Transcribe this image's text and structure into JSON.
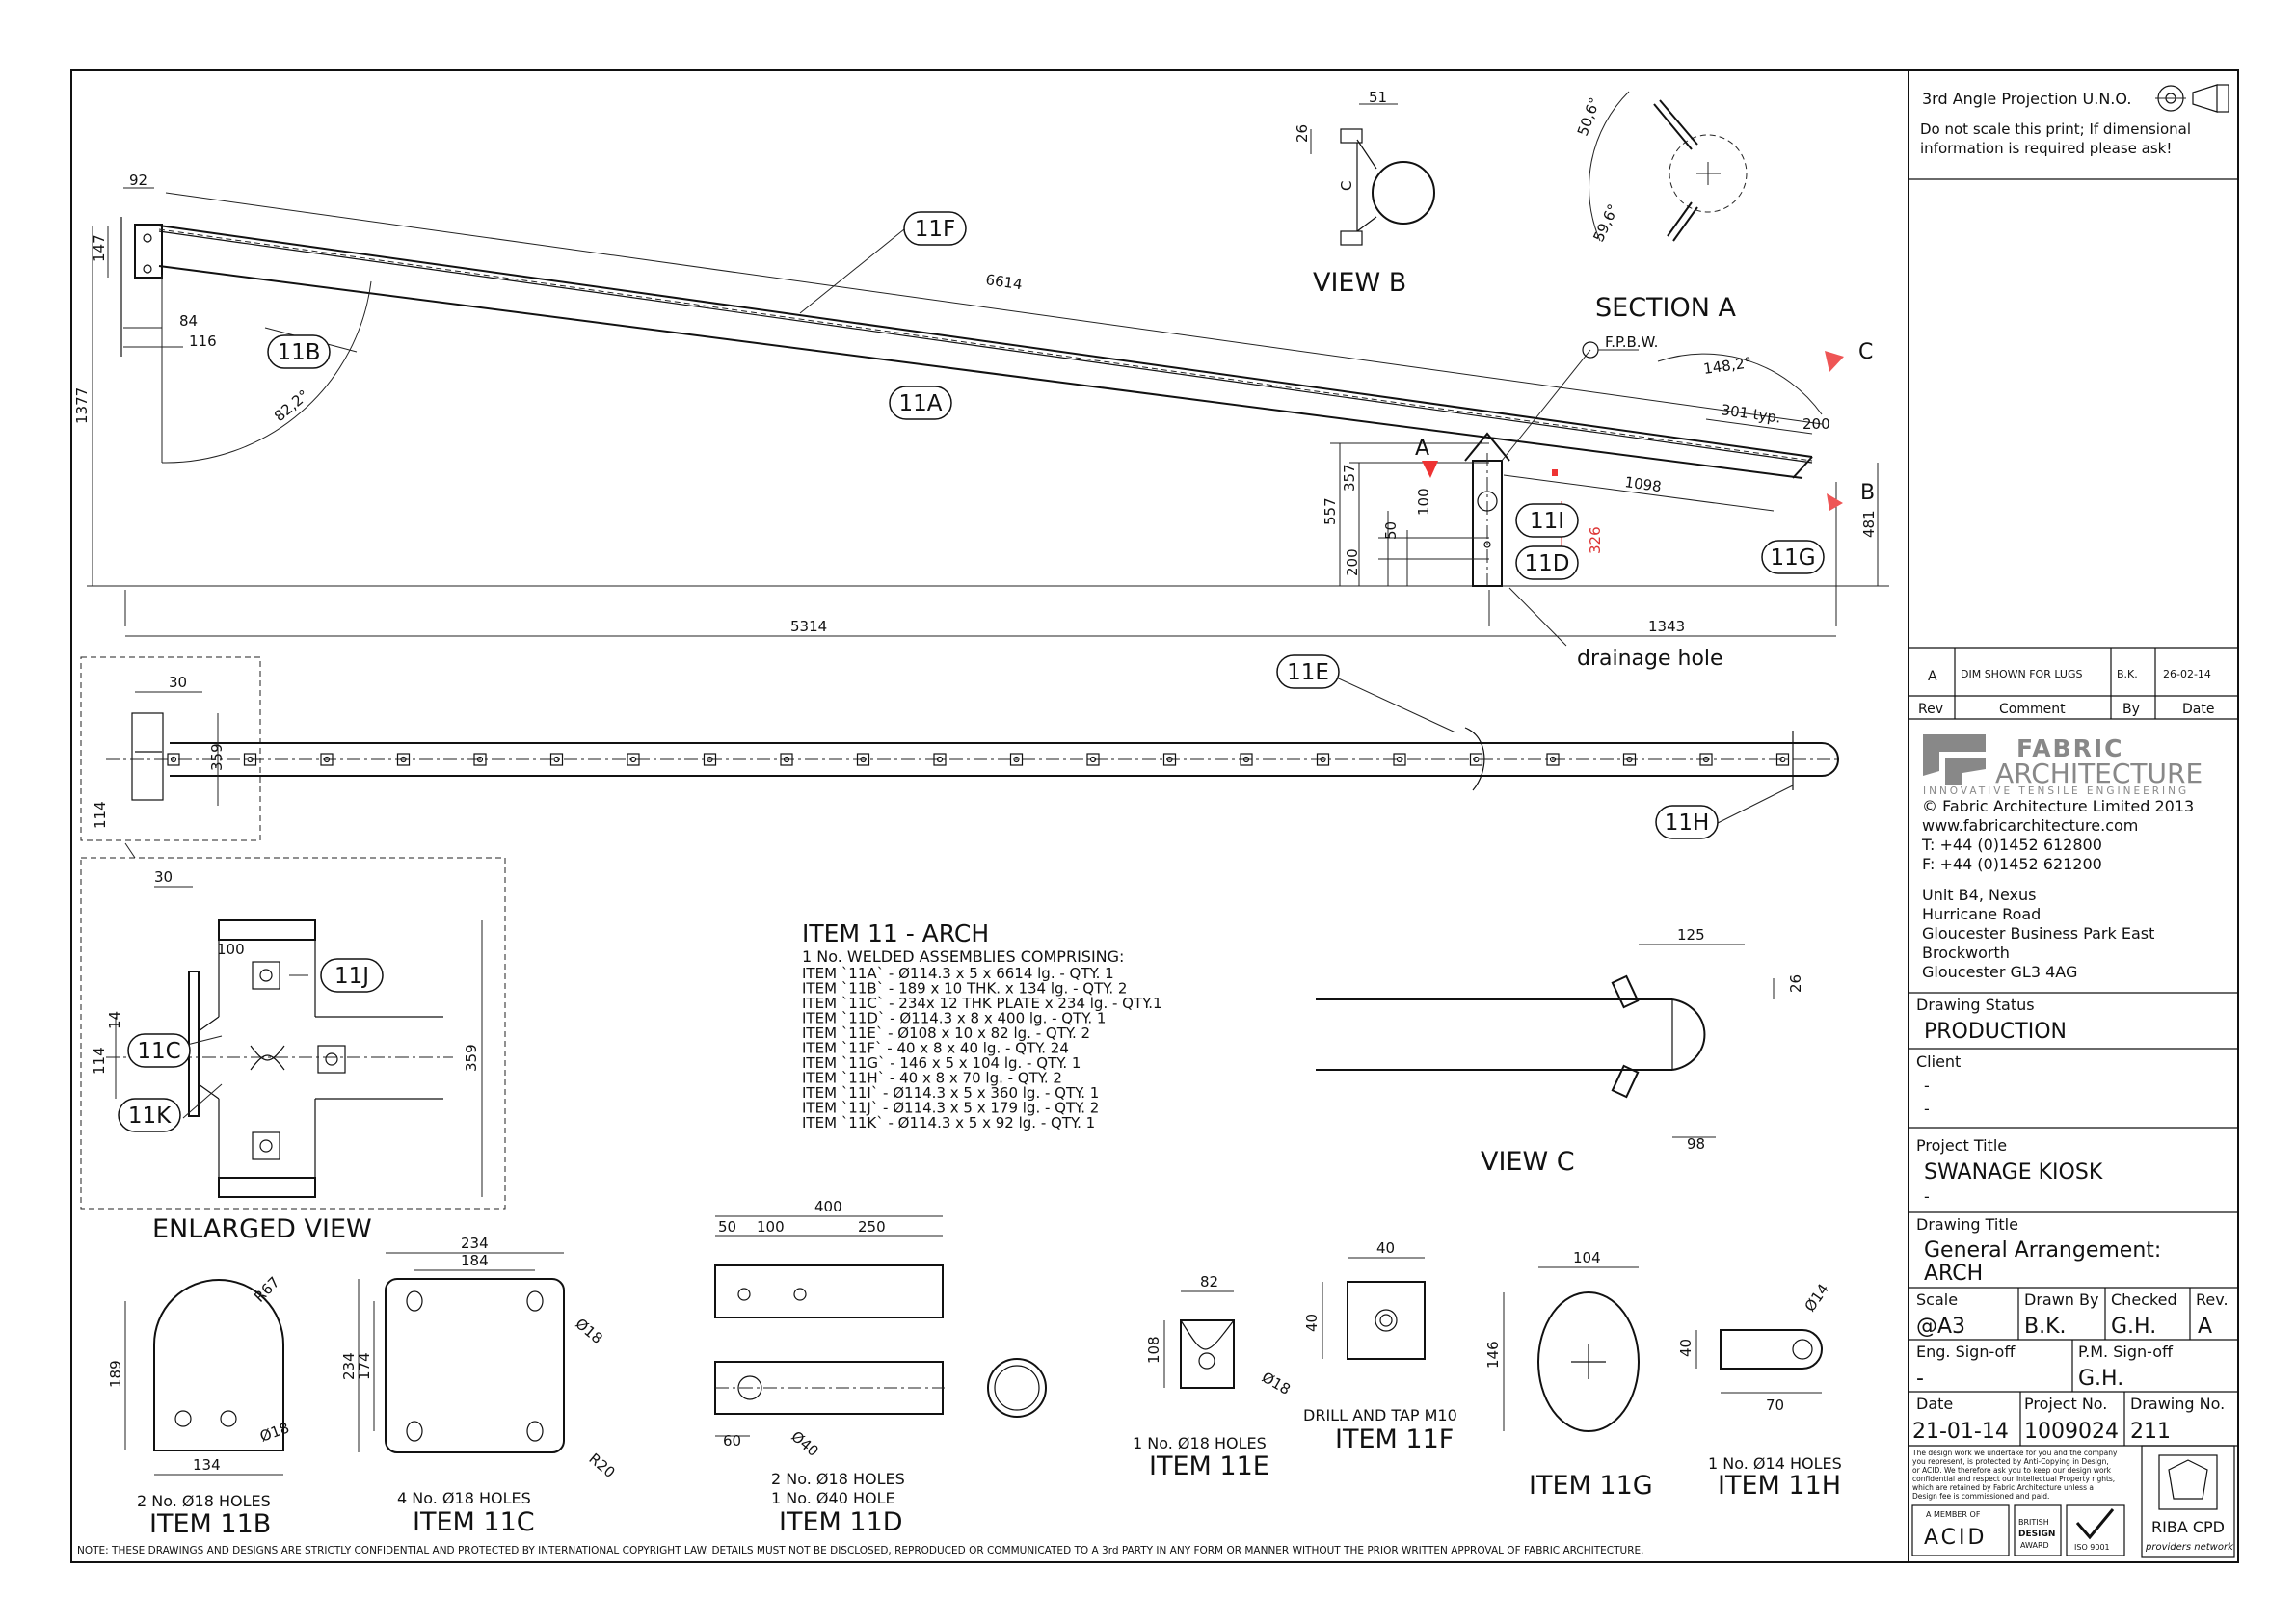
{
  "drawing": {
    "views": {
      "view_b": "VIEW B",
      "section_a": "SECTION A",
      "view_c": "VIEW C",
      "enlarged": "ENLARGED VIEW",
      "drainage": "drainage hole",
      "fpbw": "F.P.B.W.",
      "mark_a": "A",
      "mark_b": "B",
      "mark_c": "C",
      "typ": "301 typ."
    },
    "dims": {
      "d92": "92",
      "d147": "147",
      "d84": "84",
      "d116": "116",
      "d1377": "1377",
      "d6614": "6614",
      "a822": "82,2°",
      "a1482": "148,2°",
      "d200": "200",
      "d481": "481",
      "d1098": "1098",
      "d357": "357",
      "d557": "557",
      "d100": "100",
      "d50": "50",
      "d200b": "200",
      "d326": "326",
      "d5314": "5314",
      "d1343": "1343",
      "vb51": "51",
      "vb26": "26",
      "vbC": "C",
      "sa506": "50,6°",
      "sa596": "59,6°",
      "p30": "30",
      "p359": "359",
      "p114": "114",
      "e30": "30",
      "e100": "100",
      "e14": "14",
      "e114": "114",
      "e359": "359",
      "c125": "125",
      "c26": "26",
      "c98": "98",
      "b67": "R67",
      "b189": "189",
      "b134": "134",
      "b18": "Ø18",
      "c234": "234",
      "c184": "184",
      "c174": "174",
      "c234v": "234",
      "c18": "Ø18",
      "cR20": "R20",
      "d400": "400",
      "d50h": "50",
      "d100h": "100",
      "d250": "250",
      "d60": "60",
      "d40": "Ø40",
      "e82": "82",
      "e108": "108",
      "e18": "Ø18",
      "f40": "40",
      "f40v": "40",
      "g104": "104",
      "g146": "146",
      "h14": "Ø14",
      "h40": "40",
      "h70": "70"
    },
    "bubbles": [
      "11F",
      "11B",
      "11A",
      "11I",
      "11D",
      "11G",
      "11E",
      "11H",
      "11J",
      "11C",
      "11K"
    ],
    "item_list": {
      "title": "ITEM 11 - ARCH",
      "subtitle": "1 No. WELDED ASSEMBLIES COMPRISING:",
      "lines": [
        "ITEM `11A`   - Ø114.3 x 5 x 6614 lg. - QTY. 1",
        "ITEM `11B`   - 189 x 10 THK. x 134 lg. - QTY. 2",
        "ITEM `11C`   - 234x 12 THK PLATE x 234 lg. - QTY.1",
        "ITEM `11D`   - Ø114.3 x 8 x 400 lg. - QTY. 1",
        "ITEM `11E`   - Ø108 x 10 x 82 lg. - QTY. 2",
        "ITEM `11F`   - 40 x 8 x 40 lg. - QTY. 24",
        "ITEM `11G`   - 146 x 5 x 104 lg. - QTY. 1",
        "ITEM `11H`   - 40 x 8 x 70 lg. - QTY. 2",
        "ITEM `11I`   - Ø114.3 x 5 x 360 lg. - QTY. 1",
        "ITEM `11J`   - Ø114.3 x 5 x 179 lg. - QTY. 2",
        "ITEM `11K`   - Ø114.3 x 5 x 92 lg. - QTY. 1"
      ]
    },
    "details": {
      "b_note": "2 No. Ø18 HOLES",
      "b_title": "ITEM 11B",
      "c_note": "4 No. Ø18 HOLES",
      "c_title": "ITEM 11C",
      "d_note1": "2 No. Ø18 HOLES",
      "d_note2": "1 No. Ø40 HOLE",
      "d_title": "ITEM 11D",
      "e_note": "1 No. Ø18 HOLES",
      "e_title": "ITEM 11E",
      "f_note": "DRILL AND TAP M10",
      "f_title": "ITEM 11F",
      "g_title": "ITEM 11G",
      "h_note": "1 No. Ø14 HOLES",
      "h_title": "ITEM 11H"
    },
    "footer_note": "NOTE: THESE DRAWINGS AND DESIGNS ARE STRICTLY CONFIDENTIAL AND PROTECTED BY INTERNATIONAL COPYRIGHT LAW. DETAILS MUST NOT BE DISCLOSED, REPRODUCED OR COMMUNICATED TO A 3rd PARTY IN ANY FORM OR MANNER WITHOUT THE PRIOR WRITTEN APPROVAL OF FABRIC ARCHITECTURE."
  },
  "title_block": {
    "projection": "3rd Angle Projection U.N.O.",
    "scale_note": "Do not scale this print; If dimensional information is required please ask!",
    "revision": {
      "rev": "A",
      "comment": "DIM SHOWN FOR LUGS",
      "by": "B.K.",
      "date": "26-02-14"
    },
    "rev_headers": {
      "rev": "Rev",
      "comment": "Comment",
      "by": "By",
      "date": "Date"
    },
    "company": {
      "name1": "FABRIC",
      "name2": "ARCHITECTURE",
      "tagline": "INNOVATIVE TENSILE ENGINEERING",
      "copyright": "© Fabric Architecture Limited 2013",
      "web": "www.fabricarchitecture.com",
      "tel": "T: +44 (0)1452 612800",
      "fax": "F: +44 (0)1452 621200",
      "address": [
        "Unit B4, Nexus",
        "Hurricane Road",
        "Gloucester Business Park East",
        "Brockworth",
        "Gloucester GL3 4AG"
      ]
    },
    "status_label": "Drawing Status",
    "status": "PRODUCTION",
    "client_label": "Client",
    "client1": "-",
    "client2": "-",
    "project_label": "Project Title",
    "project": "SWANAGE KIOSK",
    "project2": "-",
    "title_label": "Drawing Title",
    "title1": "General Arrangement:",
    "title2": "ARCH",
    "scale_label": "Scale",
    "scale": "@A3",
    "drawn_label": "Drawn By",
    "drawn": "B.K.",
    "checked_label": "Checked",
    "checked": "G.H.",
    "rev_label": "Rev.",
    "rev": "A",
    "eng_label": "Eng. Sign-off",
    "eng": "-",
    "pm_label": "P.M. Sign-off",
    "pm": "G.H.",
    "date_label": "Date",
    "date": "21-01-14",
    "projno_label": "Project No.",
    "projno": "1009024",
    "drawno_label": "Drawing No.",
    "drawno": "211",
    "legal": [
      "The design work we undertake for you and the company",
      "you represent, is protected by Anti-Copying in Design,",
      "or ACID. We therefore ask you to keep our design work",
      "confidential and respect our Intellectual Property rights,",
      "which are retained by Fabric Architecture unless a",
      "Design fee is commissioned and paid."
    ],
    "logos": {
      "acid_top": "A MEMBER OF",
      "acid": "ACID",
      "bd1": "BRITISH",
      "bd2": "DESIGN",
      "bd3": "AWARD",
      "iso": "ISO 9001",
      "riba": "RIBA CPD",
      "riba2": "providers network"
    }
  }
}
